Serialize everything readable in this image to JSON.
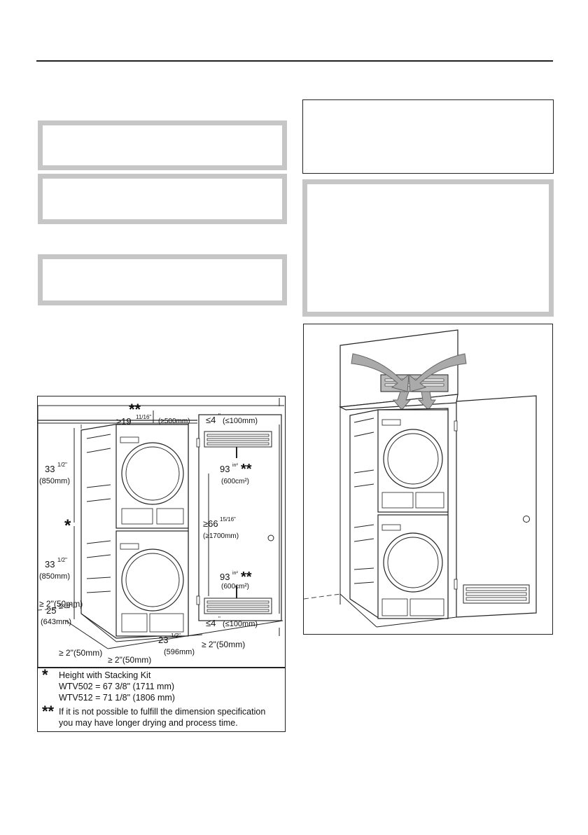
{
  "figure_left": {
    "labels": {
      "top_stars": "**",
      "top_clear_in": "≥19",
      "top_clear_frac": "11/16\"",
      "top_clear_mm": "(≥500mm)",
      "vent_top_in": "≤4",
      "vent_top_sup": "\"",
      "vent_top_mm": "(≤100mm)",
      "height_upper_in": "33",
      "height_upper_frac": "1/2\"",
      "height_upper_mm": "(850mm)",
      "vent_area_upper": "93",
      "vent_area_upper_sup": "in²",
      "vent_area_upper_stars": "**",
      "vent_area_upper_cm": "(600cm²)",
      "star_mark": "*",
      "door_height_in": "≥66",
      "door_height_frac": "15/16\"",
      "door_height_mm": "(≥1700mm)",
      "height_lower_in": "33",
      "height_lower_frac": "1/2\"",
      "height_lower_mm": "(850mm)",
      "vent_area_lower": "93",
      "vent_area_lower_sup": "in²",
      "vent_area_lower_stars": "**",
      "vent_area_lower_cm": "(600cm²)",
      "side_gap": "≥ 2\"(50mm)",
      "depth_in": "25",
      "depth_frac": "5/16\"",
      "depth_mm": "(643mm)",
      "vent_bottom_in": "≤4",
      "vent_bottom_sup": "\"",
      "vent_bottom_mm": "(≤100mm)",
      "width_in": "23",
      "width_frac": "1/2\"",
      "width_mm": "(596mm)",
      "right_gap": "≥ 2\"(50mm)",
      "front_gap": "≥ 2\"(50mm)",
      "bottom_gap": "≥ 2\"(50mm)"
    },
    "legend": [
      {
        "mark": "*",
        "lines": [
          "Height with Stacking Kit",
          "WTV502 = 67 3/8\" (1711 mm)",
          "WTV512 = 71 1/8\" (1806 mm)"
        ]
      },
      {
        "mark": "**",
        "lines": [
          "If it is not possible to fulfill the dimension specification",
          "you may have longer drying and process time."
        ]
      }
    ]
  }
}
